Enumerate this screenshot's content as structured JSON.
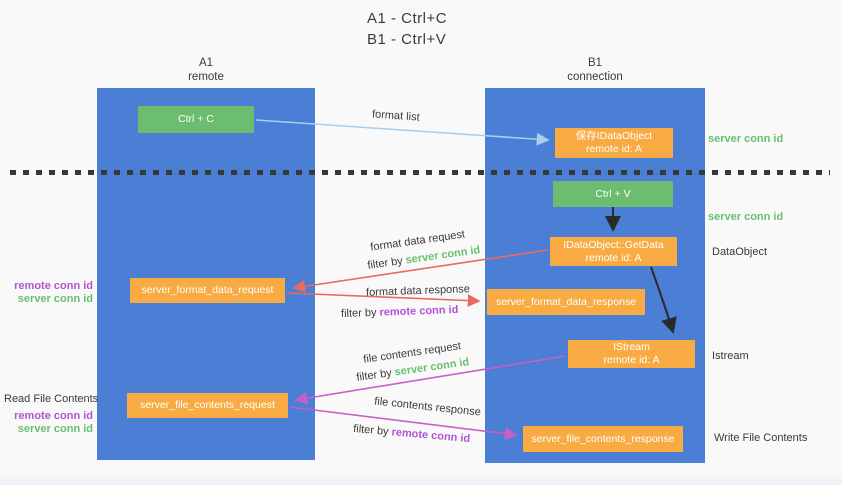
{
  "title": {
    "line1": "A1 - Ctrl+C",
    "line2": "B1 - Ctrl+V"
  },
  "columns": {
    "a": {
      "id": "A1",
      "role": "remote"
    },
    "b": {
      "id": "B1",
      "role": "connection"
    }
  },
  "boxes": {
    "ctrl_c": "Ctrl + C",
    "ctrl_v": "Ctrl + V",
    "save_dataobject": {
      "line1": "保存IDataObject",
      "line2": "remote id: A"
    },
    "getdata": {
      "line1": "IDataObject::GetData",
      "line2": "remote id: A"
    },
    "istream": {
      "line1": "IStream",
      "line2": "remote id: A"
    },
    "format_request": "server_format_data_request",
    "format_response": "server_format_data_response",
    "file_request": "server_file_contents_request",
    "file_response": "server_file_contents_response"
  },
  "arrow_labels": {
    "format_list": "format list",
    "format_data_request": "format data request",
    "format_data_response": "format data response",
    "file_contents_request": "file contents request",
    "file_contents_response": "file contents response",
    "filter_by": "filter by ",
    "server_conn_id": "server conn id",
    "remote_conn_id": "remote conn id"
  },
  "side_labels": {
    "server_conn_id": "server conn id",
    "remote_conn_id": "remote conn id",
    "dataobject": "DataObject",
    "istream": "Istream",
    "read_file_contents": "Read File Contents",
    "write_file_contents": "Write File Contents"
  },
  "colors": {
    "column_blue": "#4b7fd5",
    "box_green": "#6cbd70",
    "box_orange": "#f7ab42",
    "text_green": "#6abf6e",
    "text_purple": "#b254cf",
    "arrow_red": "#e96a5e",
    "arrow_magenta": "#c75fc7",
    "arrow_lightblue": "#a9cfec",
    "arrow_black": "#2a2a2a"
  }
}
